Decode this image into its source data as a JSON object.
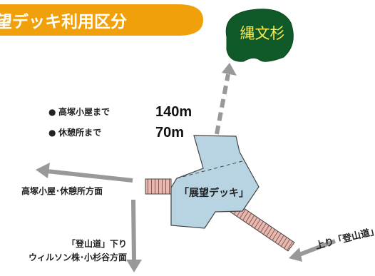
{
  "banner": {
    "title": "望デッキ利用区分",
    "color": "#f0a00a"
  },
  "destination": {
    "label": "縄文杉",
    "bg_color": "#0f5a28",
    "text_color": "#ffee55"
  },
  "distances": [
    {
      "bullet": "●",
      "place": "高塚小屋まで",
      "value": "140m"
    },
    {
      "bullet": "●",
      "place": "休憩所まで",
      "value": "70m"
    }
  ],
  "deck": {
    "label": "「展望デッキ」",
    "fill": "#b8d4e3"
  },
  "routes": {
    "left": "高塚小屋･休憩所方面",
    "down_line1": "「登山道」下り",
    "down_line2": "ウィルソン株･小杉谷方面",
    "right": "上り「登山道」"
  },
  "colors": {
    "arrow": "#999999",
    "stairs": "#d9a7a0",
    "outline": "#444444"
  }
}
